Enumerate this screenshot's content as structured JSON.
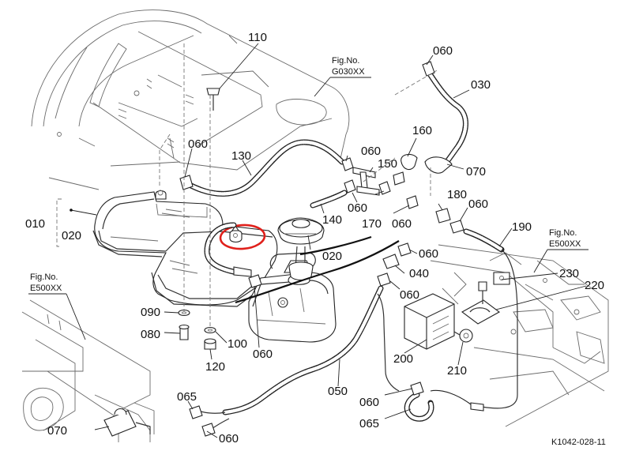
{
  "diagram": {
    "document_code": "K1042-028-11",
    "figure_refs": [
      {
        "id": "g030",
        "title": "Fig.No.",
        "code": "G030XX"
      },
      {
        "id": "e500-right",
        "title": "Fig.No.",
        "code": "E500XX"
      },
      {
        "id": "e500-left",
        "title": "Fig.No.",
        "code": "E500XX"
      }
    ],
    "part_labels": [
      {
        "id": "p110",
        "text": "110"
      },
      {
        "id": "p060-top",
        "text": "060"
      },
      {
        "id": "p030",
        "text": "030"
      },
      {
        "id": "p160",
        "text": "160"
      },
      {
        "id": "p060-a",
        "text": "060"
      },
      {
        "id": "p150",
        "text": "150"
      },
      {
        "id": "p070-top",
        "text": "070"
      },
      {
        "id": "p060-left",
        "text": "060"
      },
      {
        "id": "p130",
        "text": "130"
      },
      {
        "id": "p060-b",
        "text": "060"
      },
      {
        "id": "p180",
        "text": "180"
      },
      {
        "id": "p060-c",
        "text": "060"
      },
      {
        "id": "p140",
        "text": "140"
      },
      {
        "id": "p170",
        "text": "170"
      },
      {
        "id": "p060-d",
        "text": "060"
      },
      {
        "id": "p010",
        "text": "010"
      },
      {
        "id": "p020-left",
        "text": "020"
      },
      {
        "id": "p190",
        "text": "190"
      },
      {
        "id": "p020-cap",
        "text": "020"
      },
      {
        "id": "p060-e",
        "text": "060"
      },
      {
        "id": "p040",
        "text": "040"
      },
      {
        "id": "p230",
        "text": "230"
      },
      {
        "id": "p220",
        "text": "220"
      },
      {
        "id": "p060-f",
        "text": "060"
      },
      {
        "id": "p090",
        "text": "090"
      },
      {
        "id": "p080",
        "text": "080"
      },
      {
        "id": "p100",
        "text": "100"
      },
      {
        "id": "p060-g",
        "text": "060"
      },
      {
        "id": "p120",
        "text": "120"
      },
      {
        "id": "p200",
        "text": "200"
      },
      {
        "id": "p210",
        "text": "210"
      },
      {
        "id": "p050",
        "text": "050"
      },
      {
        "id": "p065-left",
        "text": "065"
      },
      {
        "id": "p060-h",
        "text": "060"
      },
      {
        "id": "p070-bottom",
        "text": "070"
      },
      {
        "id": "p060-bottom",
        "text": "060"
      },
      {
        "id": "p065-right",
        "text": "065"
      }
    ],
    "highlight": {
      "color": "#e0201b",
      "target_part": "drain-plug"
    },
    "line_color": "#222222",
    "background": "#ffffff"
  }
}
